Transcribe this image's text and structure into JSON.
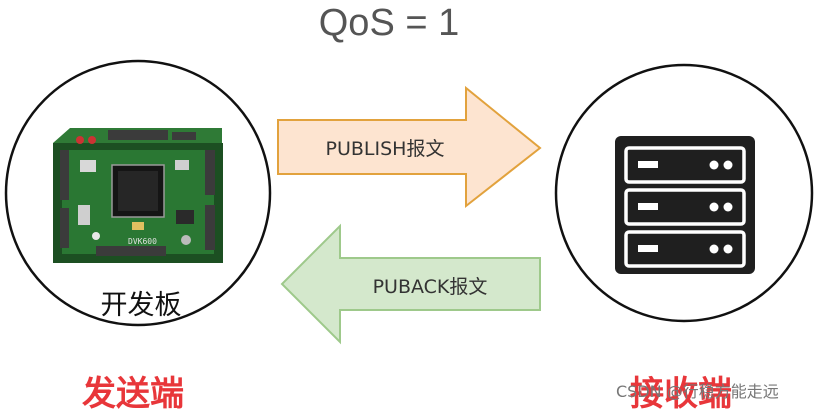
{
  "title": "QoS = 1",
  "sender": {
    "board_label": "开发板",
    "caption": "发送端",
    "board_silkscreen": "DVK600"
  },
  "receiver": {
    "caption": "接收端"
  },
  "arrows": {
    "publish_label": "PUBLISH报文",
    "puback_label": "PUBACK报文"
  },
  "colors": {
    "publish_fill": "#fde4d0",
    "publish_stroke": "#e2a23d",
    "puback_fill": "#d4e8cc",
    "puback_stroke": "#9ec98b",
    "caption": "#e8363a",
    "server_body": "#1f1f1f"
  },
  "icons": {
    "sender": "dev-board-icon",
    "receiver": "server-rack-icon"
  },
  "watermark": "CSDN @行稳方能走远"
}
